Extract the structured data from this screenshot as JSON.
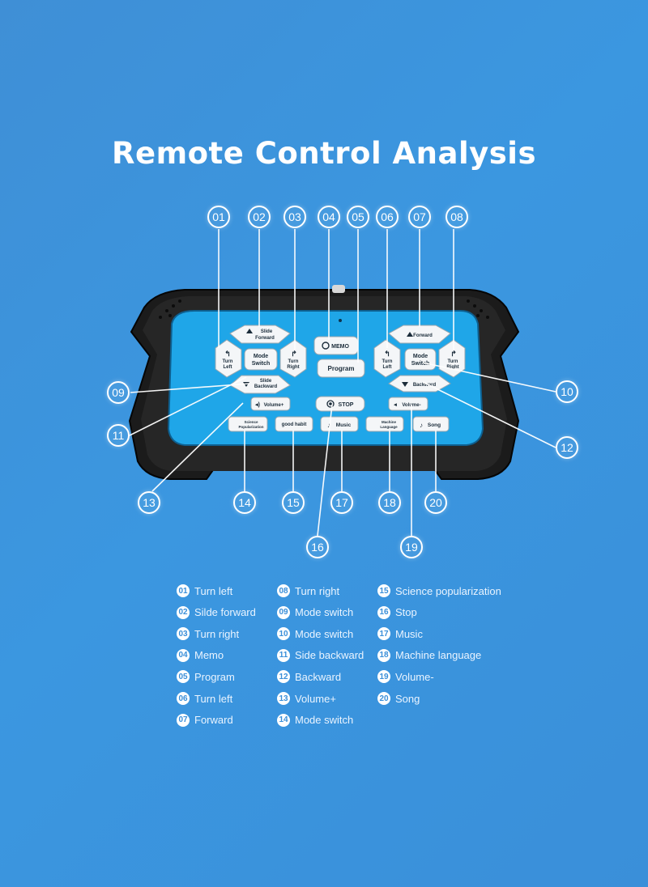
{
  "title": "Remote Control Analysis",
  "remote": {
    "buttons": {
      "left_slide_forward": "Slide Forward",
      "left_turn_left": "Turn Left",
      "left_mode_switch": "Mode Switch",
      "left_turn_right": "Turn Right",
      "left_slide_backward": "Slide Backward",
      "memo": "MEMO",
      "program": "Program",
      "right_forward": "Forward",
      "right_turn_left": "Turn Left",
      "right_mode_switch": "Mode Switch",
      "right_turn_right": "Turn Right",
      "right_backward": "Backward",
      "volume_plus": "Volume+",
      "stop": "STOP",
      "volume_minus": "Volume-",
      "science": "Science Popularization",
      "good_habit": "good habit",
      "music": "Music",
      "machine_language": "Machine Language",
      "song": "Song"
    }
  },
  "callouts": [
    "01",
    "02",
    "03",
    "04",
    "05",
    "06",
    "07",
    "08",
    "09",
    "10",
    "11",
    "12",
    "13",
    "14",
    "15",
    "16",
    "17",
    "18",
    "19",
    "20"
  ],
  "legend": [
    {
      "num": "01",
      "label": "Turn left"
    },
    {
      "num": "02",
      "label": "Silde forward"
    },
    {
      "num": "03",
      "label": "Turn right"
    },
    {
      "num": "04",
      "label": "Memo"
    },
    {
      "num": "05",
      "label": "Program"
    },
    {
      "num": "06",
      "label": "Turn left"
    },
    {
      "num": "07",
      "label": "Forward"
    },
    {
      "num": "08",
      "label": "Turn right"
    },
    {
      "num": "09",
      "label": "Mode switch"
    },
    {
      "num": "10",
      "label": "Mode switch"
    },
    {
      "num": "11",
      "label": "Side backward"
    },
    {
      "num": "12",
      "label": "Backward"
    },
    {
      "num": "13",
      "label": "Volume+"
    },
    {
      "num": "14",
      "label": "Mode switch"
    },
    {
      "num": "15",
      "label": "Science popularization"
    },
    {
      "num": "16",
      "label": "Stop"
    },
    {
      "num": "17",
      "label": "Music"
    },
    {
      "num": "18",
      "label": "Machine language"
    },
    {
      "num": "19",
      "label": "Volume-"
    },
    {
      "num": "20",
      "label": "Song"
    }
  ],
  "colors": {
    "background": "#3b92db",
    "panel": "#1fa6e8",
    "casing": "#1a1a1a",
    "button": "#f4f6f8"
  }
}
